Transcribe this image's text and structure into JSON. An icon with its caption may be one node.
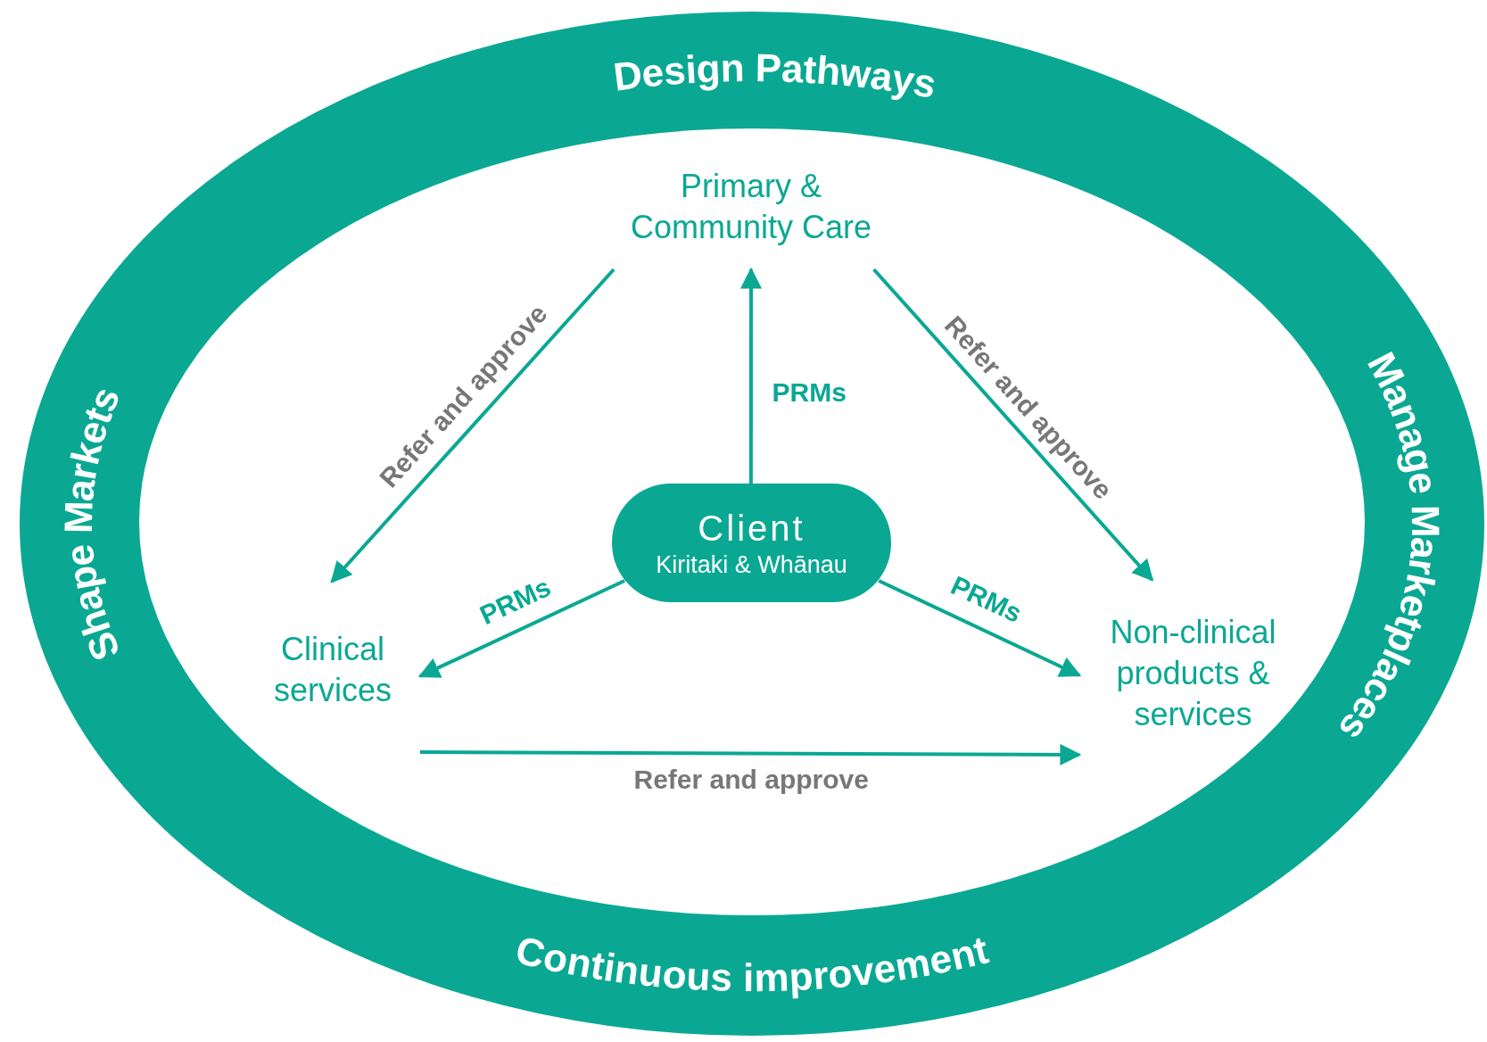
{
  "diagram": {
    "nodes": [
      {
        "text": [
          "Primary & Community Care"
        ]
      },
      {
        "text": [
          "Client",
          "Kiritaki & Whānau"
        ]
      },
      {
        "text": [
          "Clinical services"
        ]
      },
      {
        "text": [
          "Non-clinical products & services"
        ]
      }
    ],
    "edges": [
      {
        "from": 0,
        "to": 2,
        "arrow": "to",
        "label": "Refer and approve"
      },
      {
        "from": 0,
        "to": 3,
        "arrow": "to",
        "label": "Refer and approve"
      },
      {
        "from": 1,
        "to": 0,
        "arrow": "to",
        "label": "PRMs"
      },
      {
        "from": 1,
        "to": 2,
        "arrow": "to",
        "label": "PRMs"
      },
      {
        "from": 1,
        "to": 3,
        "arrow": "to",
        "label": "PRMs"
      },
      {
        "from": 2,
        "to": 3,
        "arrow": "to",
        "label": "Refer and approve"
      }
    ],
    "labels": [
      "Design Pathways",
      "Manage Marketplaces",
      "Continuous improvement",
      "Shape Markets"
    ]
  }
}
